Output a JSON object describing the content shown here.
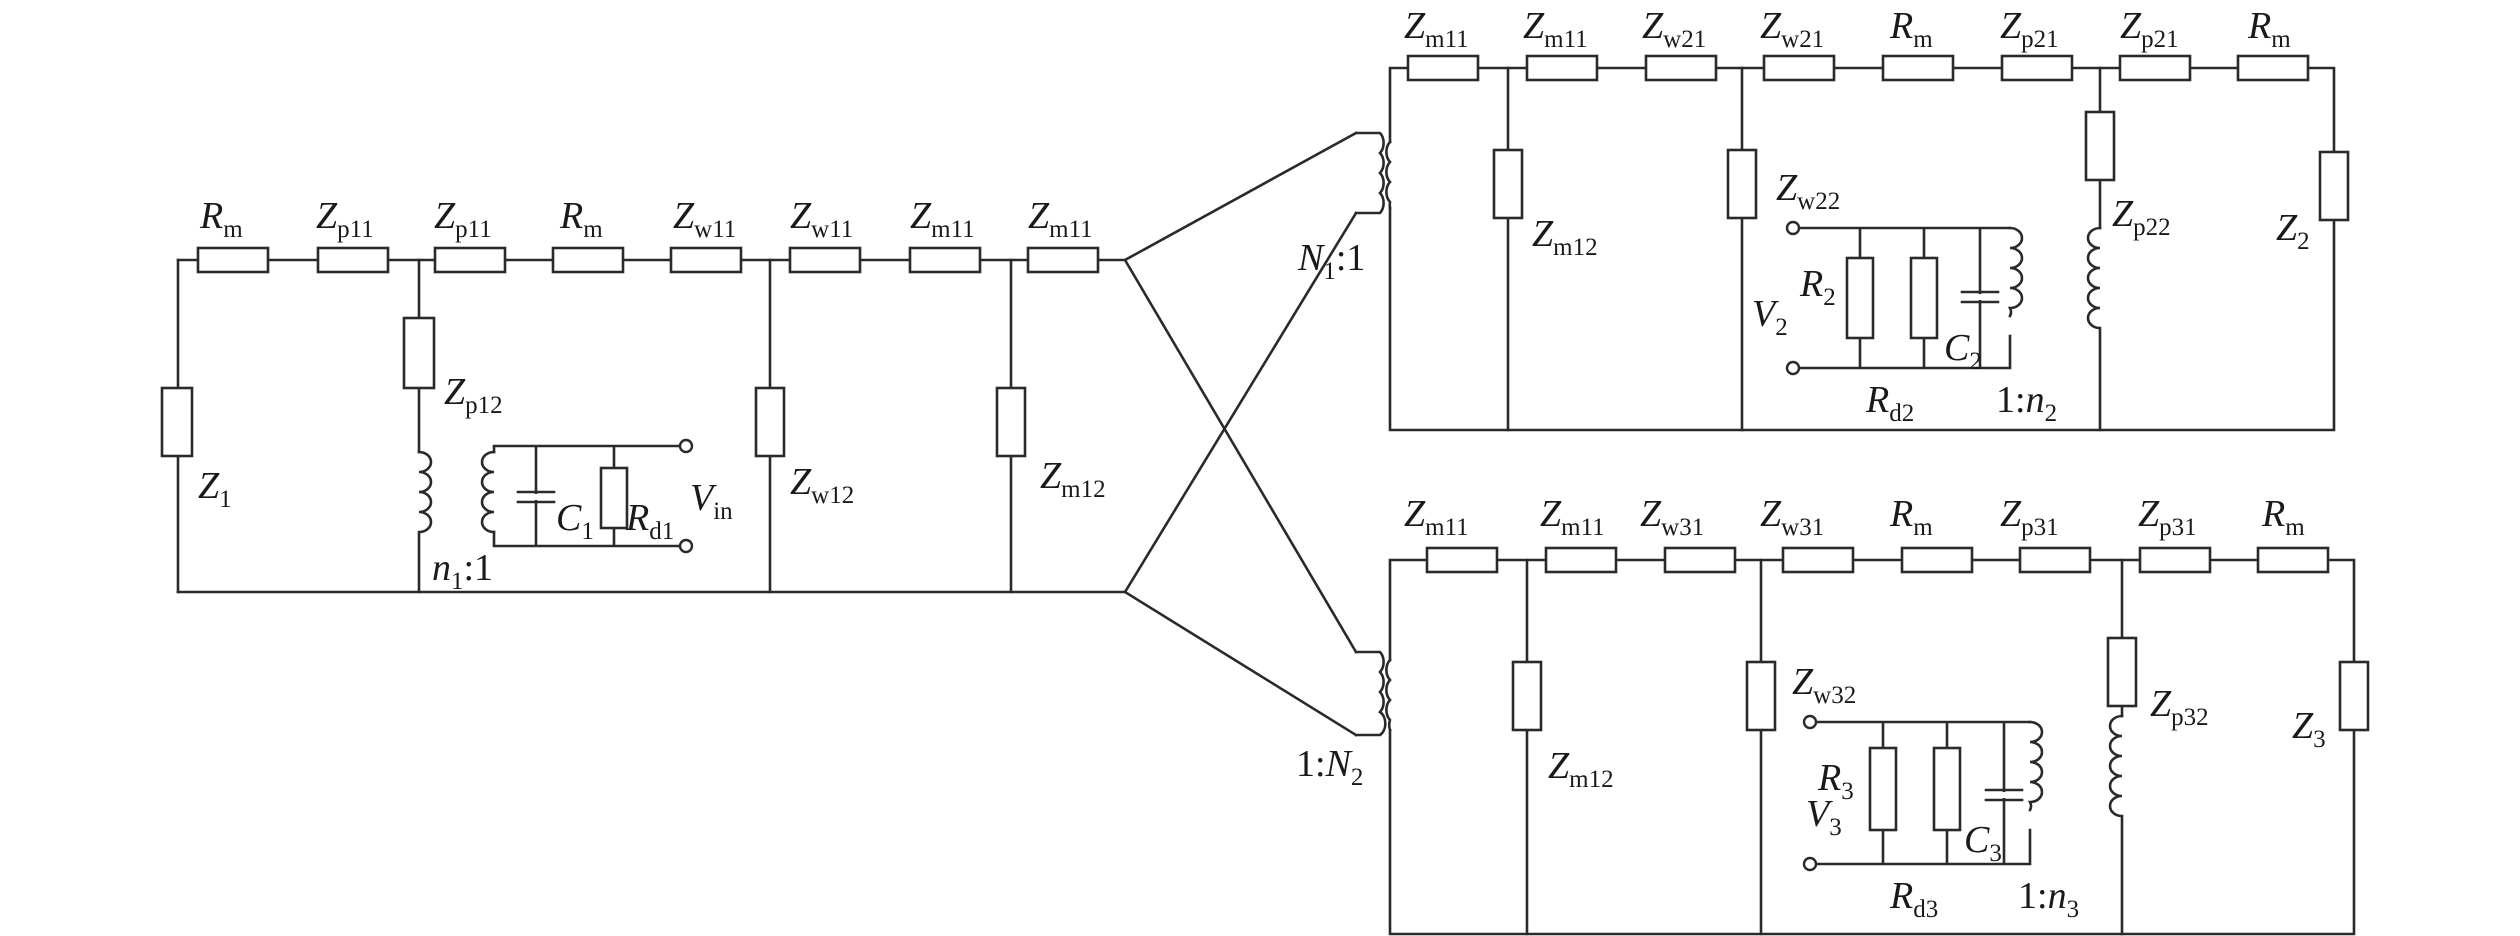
{
  "labels": {
    "rm_a": {
      "main": "R",
      "sub": "m"
    },
    "zp11_a": {
      "main": "Z",
      "sub": "p11"
    },
    "zp11_b": {
      "main": "Z",
      "sub": "p11"
    },
    "rm_b": {
      "main": "R",
      "sub": "m"
    },
    "zw11_a": {
      "main": "Z",
      "sub": "w11"
    },
    "zw11_b": {
      "main": "Z",
      "sub": "w11"
    },
    "zm11_a": {
      "main": "Z",
      "sub": "m11"
    },
    "zm11_b": {
      "main": "Z",
      "sub": "m11"
    },
    "z1": {
      "main": "Z",
      "sub": "1"
    },
    "zp12": {
      "main": "Z",
      "sub": "p12"
    },
    "c1": {
      "main": "C",
      "sub": "1"
    },
    "rd1": {
      "main": "R",
      "sub": "d1"
    },
    "vin": {
      "main": "V",
      "sub": "in"
    },
    "n1ratio": {
      "main": "n",
      "sub": "1",
      "tail": ":1"
    },
    "zw12": {
      "main": "Z",
      "sub": "w12"
    },
    "zm12_l": {
      "main": "Z",
      "sub": "m12"
    },
    "t2_zm11_a": {
      "main": "Z",
      "sub": "m11"
    },
    "t2_zm11_b": {
      "main": "Z",
      "sub": "m11"
    },
    "t2_zw21_a": {
      "main": "Z",
      "sub": "w21"
    },
    "t2_zw21_b": {
      "main": "Z",
      "sub": "w21"
    },
    "t2_rm_a": {
      "main": "R",
      "sub": "m"
    },
    "t2_zp21_a": {
      "main": "Z",
      "sub": "p21"
    },
    "t2_zp21_b": {
      "main": "Z",
      "sub": "p21"
    },
    "t2_rm_b": {
      "main": "R",
      "sub": "m"
    },
    "N1ratio": {
      "main": "N",
      "sub": "1",
      "tail": ":1"
    },
    "t2_zm12": {
      "main": "Z",
      "sub": "m12"
    },
    "zw22": {
      "main": "Z",
      "sub": "w22"
    },
    "r2": {
      "main": "R",
      "sub": "2"
    },
    "v2": {
      "main": "V",
      "sub": "2"
    },
    "c2": {
      "main": "C",
      "sub": "2"
    },
    "rd2": {
      "main": "R",
      "sub": "d2"
    },
    "n2ratio": {
      "head": "1:",
      "main": "n",
      "sub": "2"
    },
    "zp22": {
      "main": "Z",
      "sub": "p22"
    },
    "z2": {
      "main": "Z",
      "sub": "2"
    },
    "t3_zm11_a": {
      "main": "Z",
      "sub": "m11"
    },
    "t3_zm11_b": {
      "main": "Z",
      "sub": "m11"
    },
    "t3_zw31_a": {
      "main": "Z",
      "sub": "w31"
    },
    "t3_zw31_b": {
      "main": "Z",
      "sub": "w31"
    },
    "t3_rm_a": {
      "main": "R",
      "sub": "m"
    },
    "t3_zp31_a": {
      "main": "Z",
      "sub": "p31"
    },
    "t3_zp31_b": {
      "main": "Z",
      "sub": "p31"
    },
    "t3_rm_b": {
      "main": "R",
      "sub": "m"
    },
    "N2ratio": {
      "head": "1:",
      "main": "N",
      "sub": "2"
    },
    "t3_zm12": {
      "main": "Z",
      "sub": "m12"
    },
    "zw32": {
      "main": "Z",
      "sub": "w32"
    },
    "r3": {
      "main": "R",
      "sub": "3"
    },
    "v3": {
      "main": "V",
      "sub": "3"
    },
    "c3": {
      "main": "C",
      "sub": "3"
    },
    "rd3": {
      "main": "R",
      "sub": "d3"
    },
    "n3ratio": {
      "head": "1:",
      "main": "n",
      "sub": "3"
    },
    "zp32": {
      "main": "Z",
      "sub": "p32"
    },
    "z3": {
      "main": "Z",
      "sub": "3"
    }
  }
}
